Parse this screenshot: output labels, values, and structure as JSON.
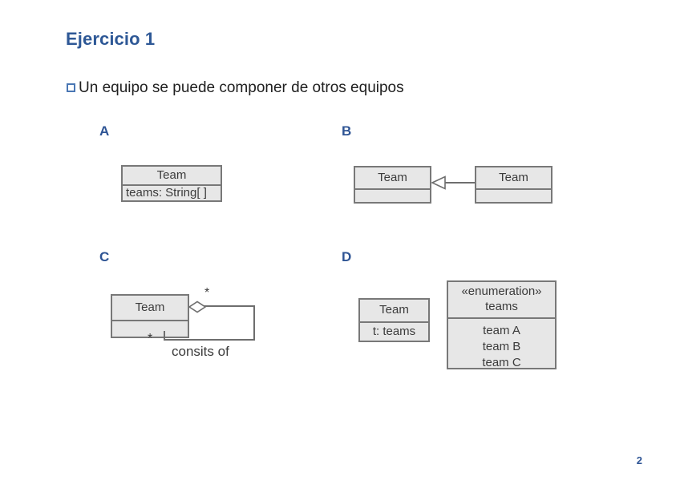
{
  "slide": {
    "title": "Ejercicio 1",
    "bullet_text": "Un equipo se puede componer de otros equipos",
    "page_number": "2",
    "accent_color": "#2e5896",
    "box_fill": "#e7e7e7",
    "box_border": "#787878"
  },
  "options": {
    "a": {
      "letter": "A",
      "class_name": "Team",
      "attribute": "teams: String[ ]"
    },
    "b": {
      "letter": "B",
      "left_class_name": "Team",
      "right_class_name": "Team",
      "relation": "generalization"
    },
    "c": {
      "letter": "C",
      "class_name": "Team",
      "multiplicity_top": "*",
      "multiplicity_bottom": "*",
      "association_label": "consits of",
      "relation": "aggregation"
    },
    "d": {
      "letter": "D",
      "class_name": "Team",
      "attribute": "t: teams",
      "enum_stereotype": "«enumeration»",
      "enum_name": "teams",
      "enum_literals": [
        "team A",
        "team B",
        "team C"
      ]
    }
  }
}
